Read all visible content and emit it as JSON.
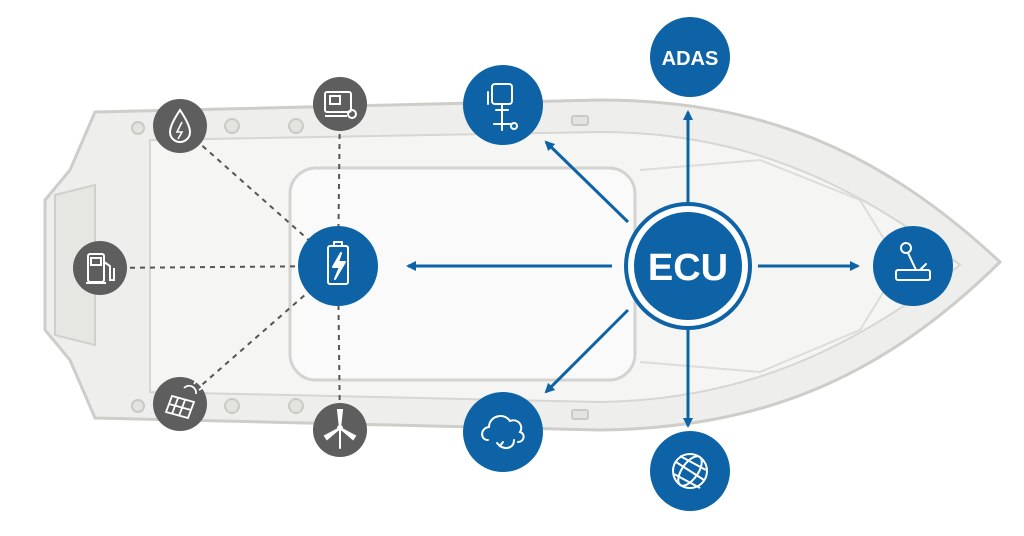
{
  "hub": {
    "label": "ECU",
    "color": "#0d63a5"
  },
  "outputs": [
    {
      "id": "propulsion",
      "icon": "outboard-motor-icon"
    },
    {
      "id": "adas",
      "label": "ADAS"
    },
    {
      "id": "steering",
      "icon": "joystick-icon"
    },
    {
      "id": "connectivity",
      "icon": "globe-icon"
    },
    {
      "id": "cloud",
      "icon": "cloud-sync-icon"
    },
    {
      "id": "battery",
      "icon": "battery-icon"
    }
  ],
  "energy_sources": [
    {
      "id": "hydrogen",
      "icon": "water-drop-icon"
    },
    {
      "id": "generator",
      "icon": "generator-icon"
    },
    {
      "id": "fuel",
      "icon": "fuel-pump-icon"
    },
    {
      "id": "solar",
      "icon": "solar-panel-icon"
    },
    {
      "id": "wind",
      "icon": "wind-turbine-icon"
    }
  ],
  "colors": {
    "blue": "#0d63a5",
    "grey": "#5f5f5f",
    "hull": "#ededeb",
    "hull_line": "#cfcfcc"
  }
}
